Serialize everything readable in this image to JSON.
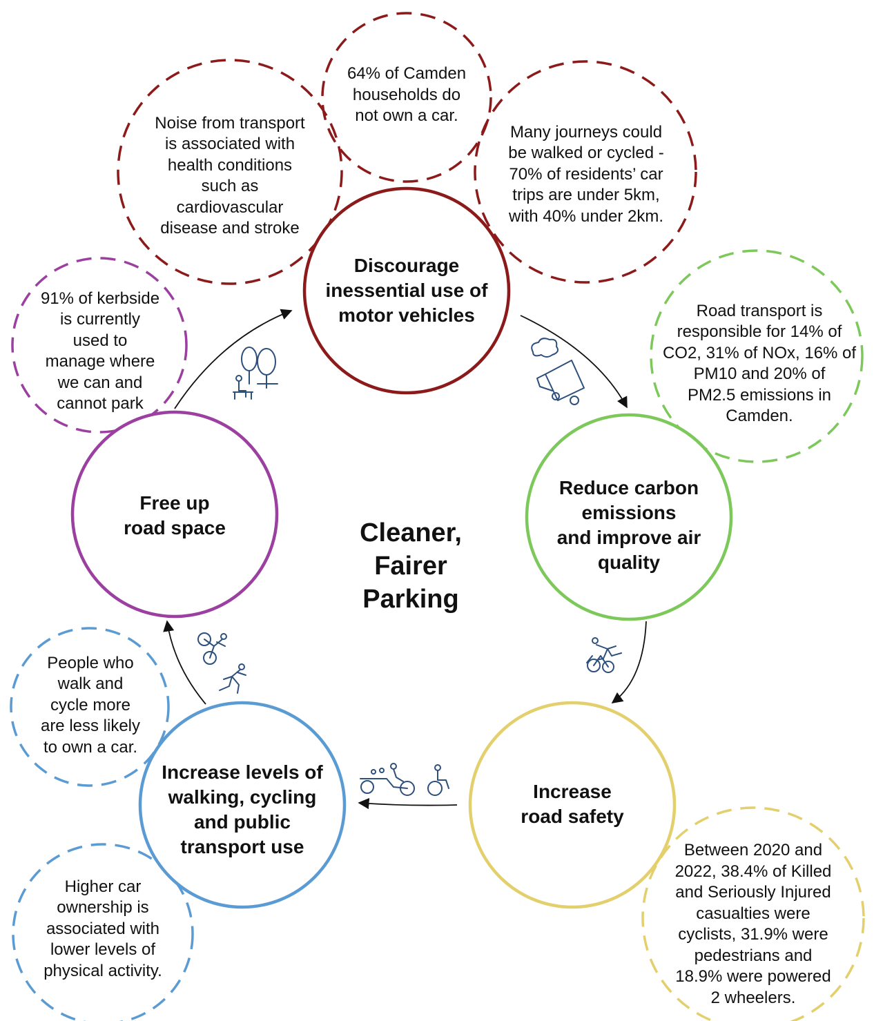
{
  "title": "Cleaner,\nFairer\nParking",
  "colors": {
    "discourage": "#8c1a1a",
    "reduce": "#7dc85b",
    "safety": "#e3cf6b",
    "increase": "#5b9bd3",
    "free": "#9b3fa1",
    "arrow": "#111111",
    "icon": "#2d4f7c"
  },
  "main_circles": {
    "discourage": "Discourage\ninessential use of\nmotor vehicles",
    "reduce": "Reduce carbon\nemissions\nand improve air\nquality",
    "safety": "Increase\nroad safety",
    "increase": "Increase levels of\nwalking, cycling\nand public\ntransport use",
    "free": "Free up\nroad space"
  },
  "facts": {
    "noise": "Noise from transport\nis associated with\nhealth conditions\nsuch as\ncardiovascular\ndisease and stroke",
    "camden_cars": "64% of Camden\nhouseholds do\nnot own a car.",
    "journeys": "Many journeys could\nbe walked or cycled -\n70% of residents’ car\ntrips are under 5km,\nwith 40% under 2km.",
    "road_transport": "Road transport is\nresponsible for 14% of\nCO2, 31% of NOx, 16% of\nPM10 and 20% of\nPM2.5 emissions in\nCamden.",
    "kerbside": "91% of kerbside\nis currently\nused to\nmanage where\nwe can and\ncannot park",
    "walk_cycle": "People who\nwalk and\ncycle more\nare less likely\nto own a car.",
    "car_ownership": "Higher car\nownership is\nassociated with\nlower levels of\nphysical activity.",
    "casualties": "Between 2020 and\n2022, 38.4% of Killed\nand Seriously Injured\ncasualties were\ncyclists, 31.9% were\npedestrians and\n18.9% were powered\n2 wheelers."
  },
  "icons": {
    "trees_bench": "trees-bench-icon",
    "lorry_exhaust": "lorry-exhaust-icon",
    "cyclist_pedestrian": "cyclist-pedestrian-icon",
    "cargo_bike_wheelchair": "cargo-bike-wheelchair-icon",
    "cyclist_walker": "cyclist-walker-icon"
  }
}
